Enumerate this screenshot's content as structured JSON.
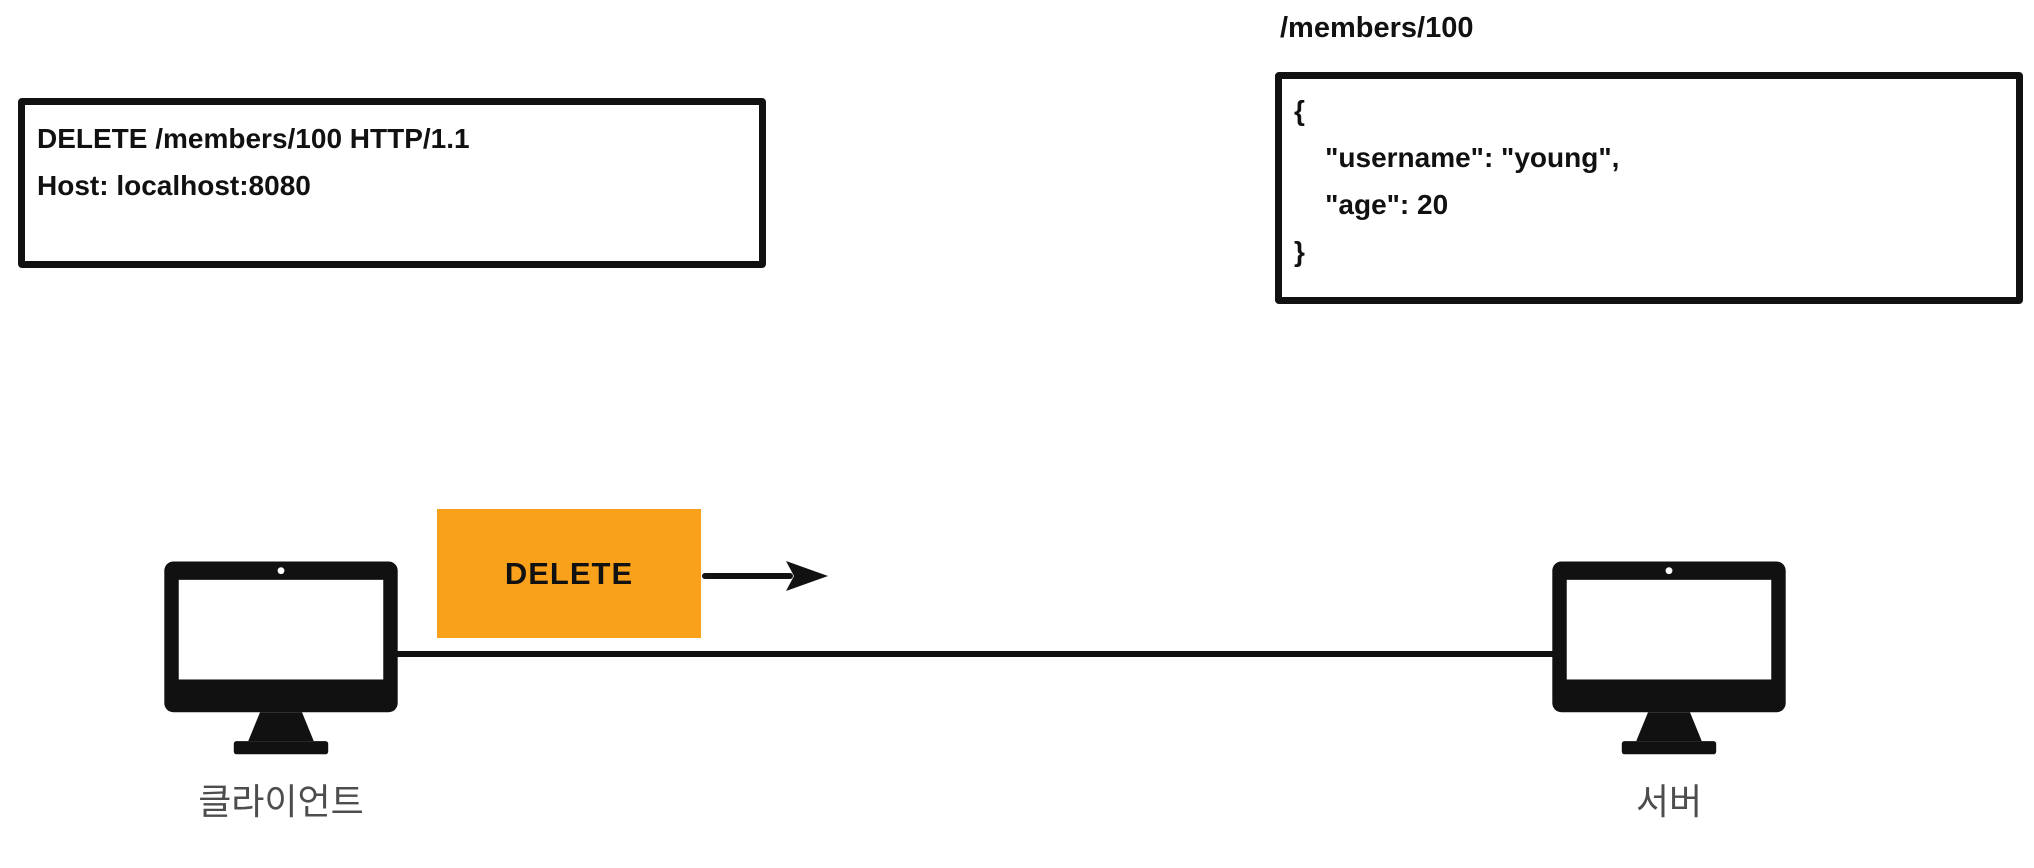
{
  "request_box": {
    "line1": "DELETE /members/100 HTTP/1.1",
    "line2": "Host: localhost:8080"
  },
  "resource": {
    "path_label": "/members/100",
    "json_lines": [
      "{",
      "    \"username\": \"young\",",
      "    \"age\": 20",
      "}"
    ]
  },
  "flow": {
    "method_label": "DELETE",
    "method_color": "#F9A11B",
    "client_label": "클라이언트",
    "server_label": "서버"
  },
  "colors": {
    "ink": "#111111",
    "label_gray": "#4d4d4d"
  }
}
